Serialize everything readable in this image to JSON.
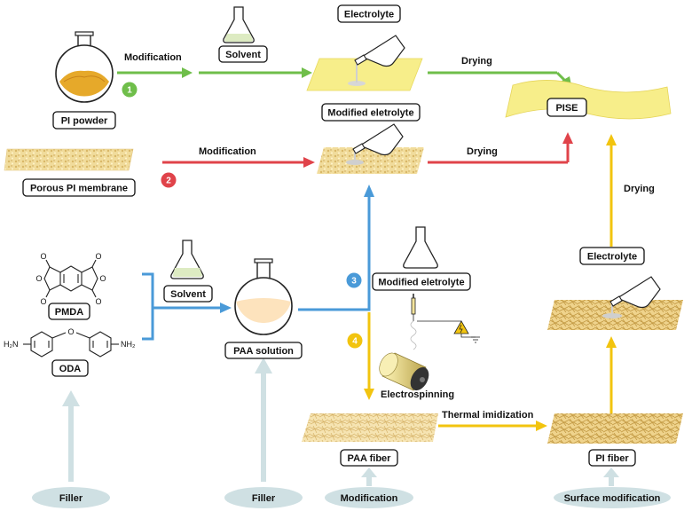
{
  "colors": {
    "green": "#6fbe4a",
    "red": "#e0434a",
    "blue": "#4a9ad8",
    "yellow": "#f2c40f",
    "pale": "#cfe0e3",
    "film": "#f7ee8a",
    "powder": "#e6a92a"
  },
  "labels": {
    "pi_powder": "PI powder",
    "porous_membrane": "Porous PI membrane",
    "modification_1": "Modification",
    "modification_2": "Modification",
    "solvent_top": "Solvent",
    "electrolyte_top": "Electrolyte",
    "modified_electrolyte_top": "Modified eletrolyte",
    "drying_1": "Drying",
    "drying_2": "Drying",
    "drying_right": "Drying",
    "pise": "PISE",
    "pmda": "PMDA",
    "oda": "ODA",
    "solvent_mid": "Solvent",
    "paa_solution": "PAA solution",
    "modified_electrolyte_mid": "Modified eletrolyte",
    "electrospinning": "Electrospinning",
    "thermal_imidization": "Thermal imidization",
    "paa_fiber": "PAA fiber",
    "pi_fiber": "PI fiber",
    "electrolyte_right": "Electrolyte",
    "filler_left": "Filler",
    "filler_mid": "Filler",
    "modification_bottom": "Modification",
    "surface_modification": "Surface modification",
    "nh2_left": "H₂N",
    "nh2_right": "NH₂"
  },
  "route_numbers": {
    "r1": "1",
    "r2": "2",
    "r3": "3",
    "r4": "4"
  },
  "icons": [
    "round-flask-icon",
    "erlenmeyer-flask-icon",
    "syringe-icon",
    "high-voltage-icon",
    "collector-drum-icon",
    "porous-membrane-icon",
    "fiber-mat-icon"
  ]
}
